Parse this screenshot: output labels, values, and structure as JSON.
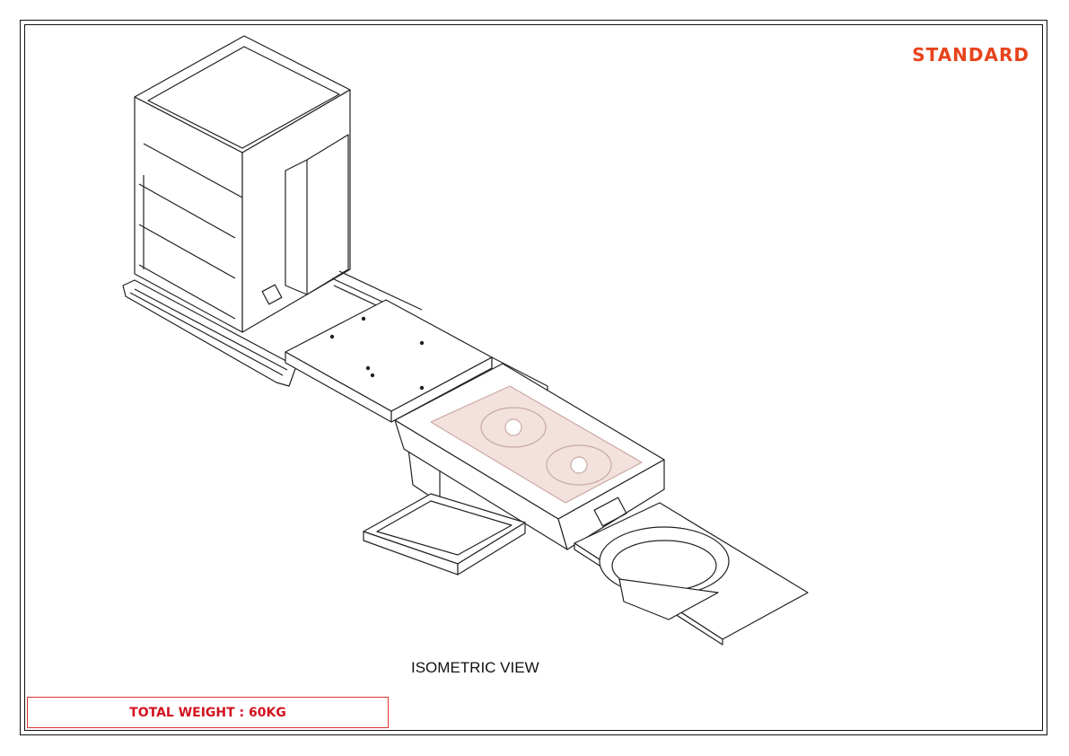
{
  "brand_label": "STANDARD",
  "view_label": "ISOMETRIC VIEW",
  "weight_label": "TOTAL WEIGHT : 60KG",
  "colors": {
    "brand": "#e8431c",
    "weight_text": "#d3121f",
    "weight_border": "#dd3333",
    "cooktop_fill": "#f3e1dd",
    "line": "#222222"
  }
}
